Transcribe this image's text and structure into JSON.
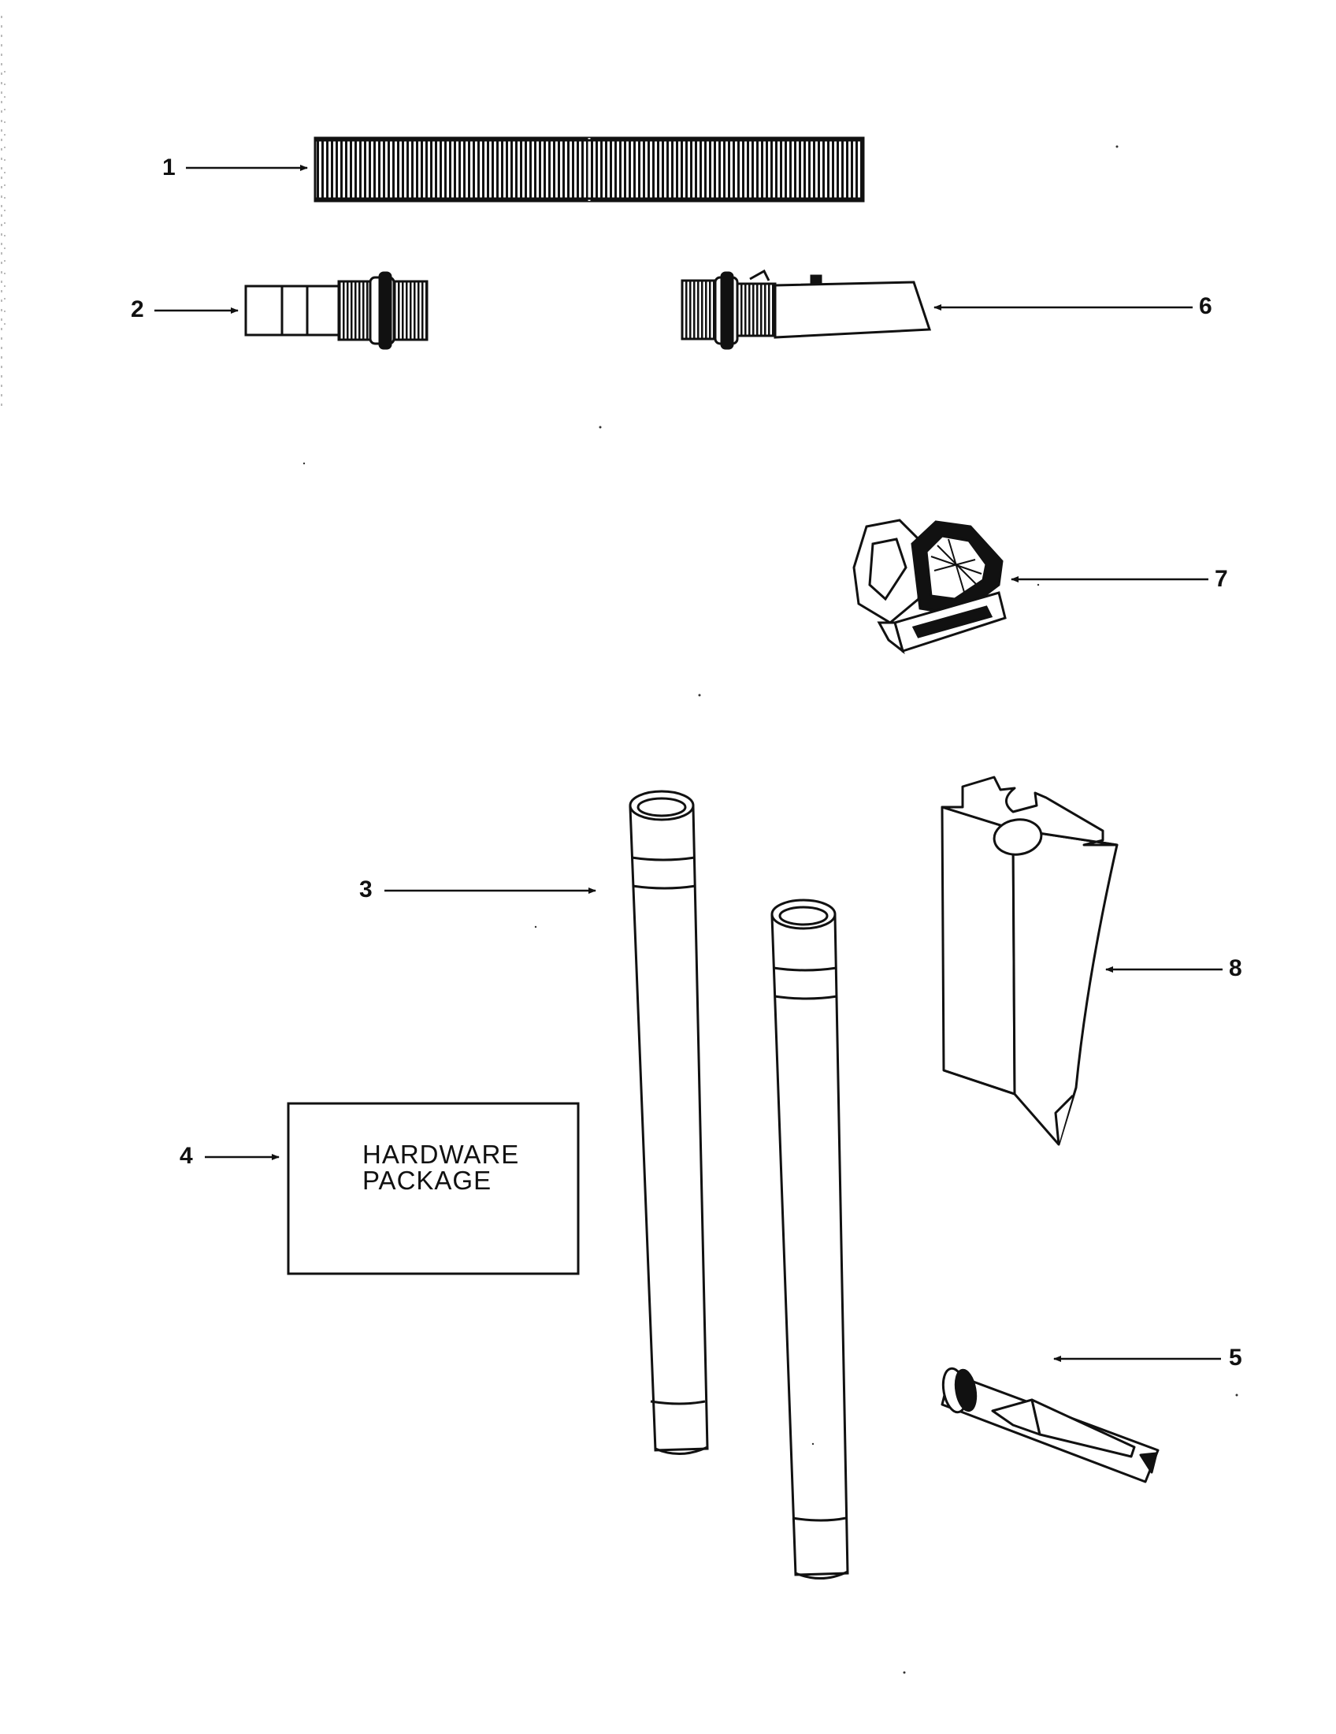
{
  "callouts": [
    "1",
    "2",
    "3",
    "4",
    "5",
    "6",
    "7",
    "8"
  ],
  "hardware_package": {
    "line1": "HARDWARE",
    "line2": "PACKAGE"
  },
  "colors": {
    "ink": "#111111",
    "paper": "#ffffff"
  }
}
